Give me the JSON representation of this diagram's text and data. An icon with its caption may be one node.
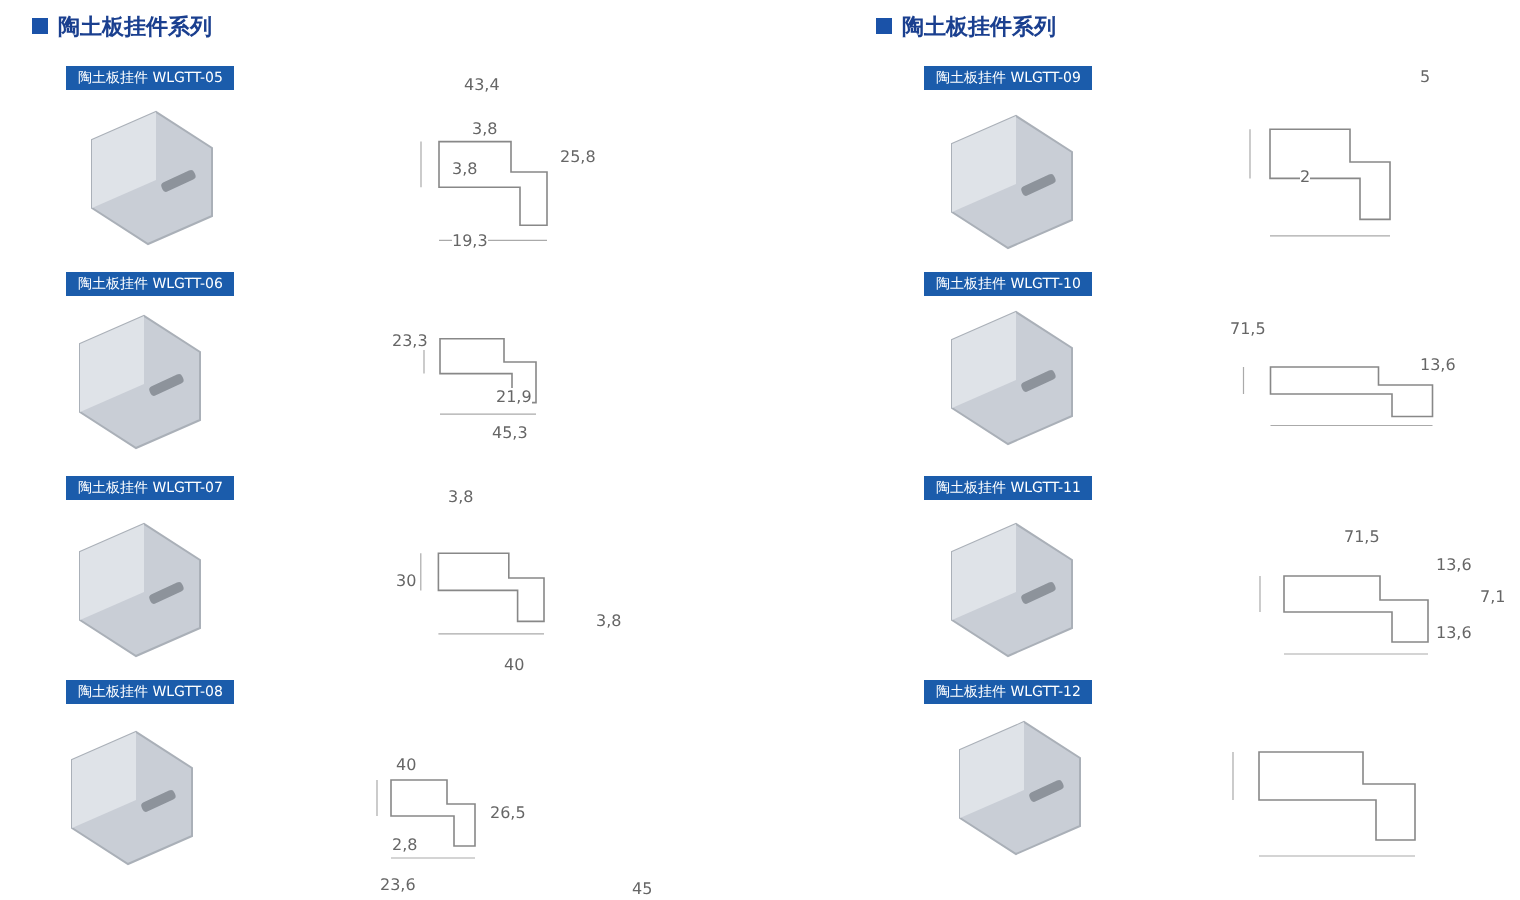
{
  "diagram": {
    "nodes": [
      {
        "text": [
          "陶土板挂件 WLGTT-05"
        ]
      },
      {
        "text": [
          "陶土板挂件 WLGTT-06"
        ]
      },
      {
        "text": [
          "陶土板挂件 WLGTT-07"
        ]
      },
      {
        "text": [
          "陶土板挂件 WLGTT-08"
        ]
      },
      {
        "text": [
          "陶土板挂件 WLGTT-09"
        ]
      },
      {
        "text": [
          "陶土板挂件 WLGTT-10"
        ]
      },
      {
        "text": [
          "陶土板挂件 WLGTT-11"
        ]
      },
      {
        "text": [
          "陶土板挂件 WLGTT-12"
        ]
      }
    ],
    "edges": [],
    "labels": [
      "陶土板挂件系列",
      "陶土板挂件系列",
      "43,4",
      "3,8",
      "25,8",
      "3,8",
      "19,3",
      "23,3",
      "21,9",
      "45,3",
      "3,8",
      "30",
      "3,8",
      "40",
      "40",
      "2,8",
      "26,5",
      "23,6",
      "45",
      "5",
      "2",
      "71,5",
      "13,6",
      "71,5",
      "13,6",
      "13,6",
      "7,1"
    ]
  }
}
